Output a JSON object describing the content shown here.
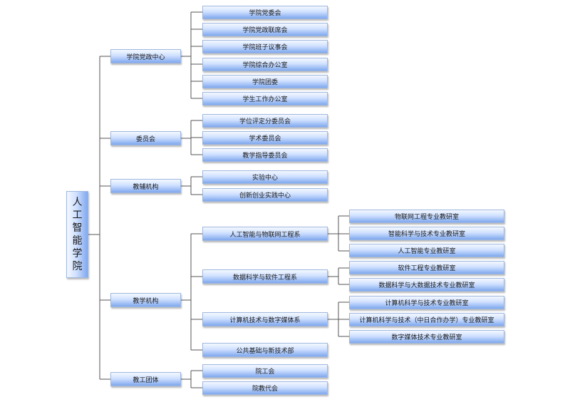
{
  "root": {
    "name": "人工智能学院",
    "chars": [
      "人",
      "工",
      "智",
      "能",
      "学",
      "院"
    ]
  },
  "level1": [
    {
      "name": "学院党政中心"
    },
    {
      "name": "委员会"
    },
    {
      "name": "教辅机构"
    },
    {
      "name": "教学机构"
    },
    {
      "name": "教工团体"
    }
  ],
  "level2": [
    {
      "name": "学院党委会"
    },
    {
      "name": "学院党政联席会"
    },
    {
      "name": "学院班子议事会"
    },
    {
      "name": "学院综合办公室"
    },
    {
      "name": "学院团委"
    },
    {
      "name": "学生工作办公室"
    },
    {
      "name": "学位评定分委员会"
    },
    {
      "name": "学术委员会"
    },
    {
      "name": "教学指导委员会"
    },
    {
      "name": "实验中心"
    },
    {
      "name": "创新创业实践中心"
    },
    {
      "name": "人工智能与物联网工程系"
    },
    {
      "name": "数据科学与软件工程系"
    },
    {
      "name": "计算机技术与数字媒体系"
    },
    {
      "name": "公共基础与新技术部"
    },
    {
      "name": "院工会"
    },
    {
      "name": "院教代会"
    }
  ],
  "level3": [
    {
      "name": "物联网工程专业教研室"
    },
    {
      "name": "智能科学与技术专业教研室"
    },
    {
      "name": "人工智能专业教研室"
    },
    {
      "name": "软件工程专业教研室"
    },
    {
      "name": "数据科学与大数据技术专业教研室"
    },
    {
      "name": "计算机科学与技术专业教研室"
    },
    {
      "name": "计算机科学与技术（中日合作办学）专业教研室"
    },
    {
      "name": "数字媒体技术专业教研室"
    }
  ]
}
